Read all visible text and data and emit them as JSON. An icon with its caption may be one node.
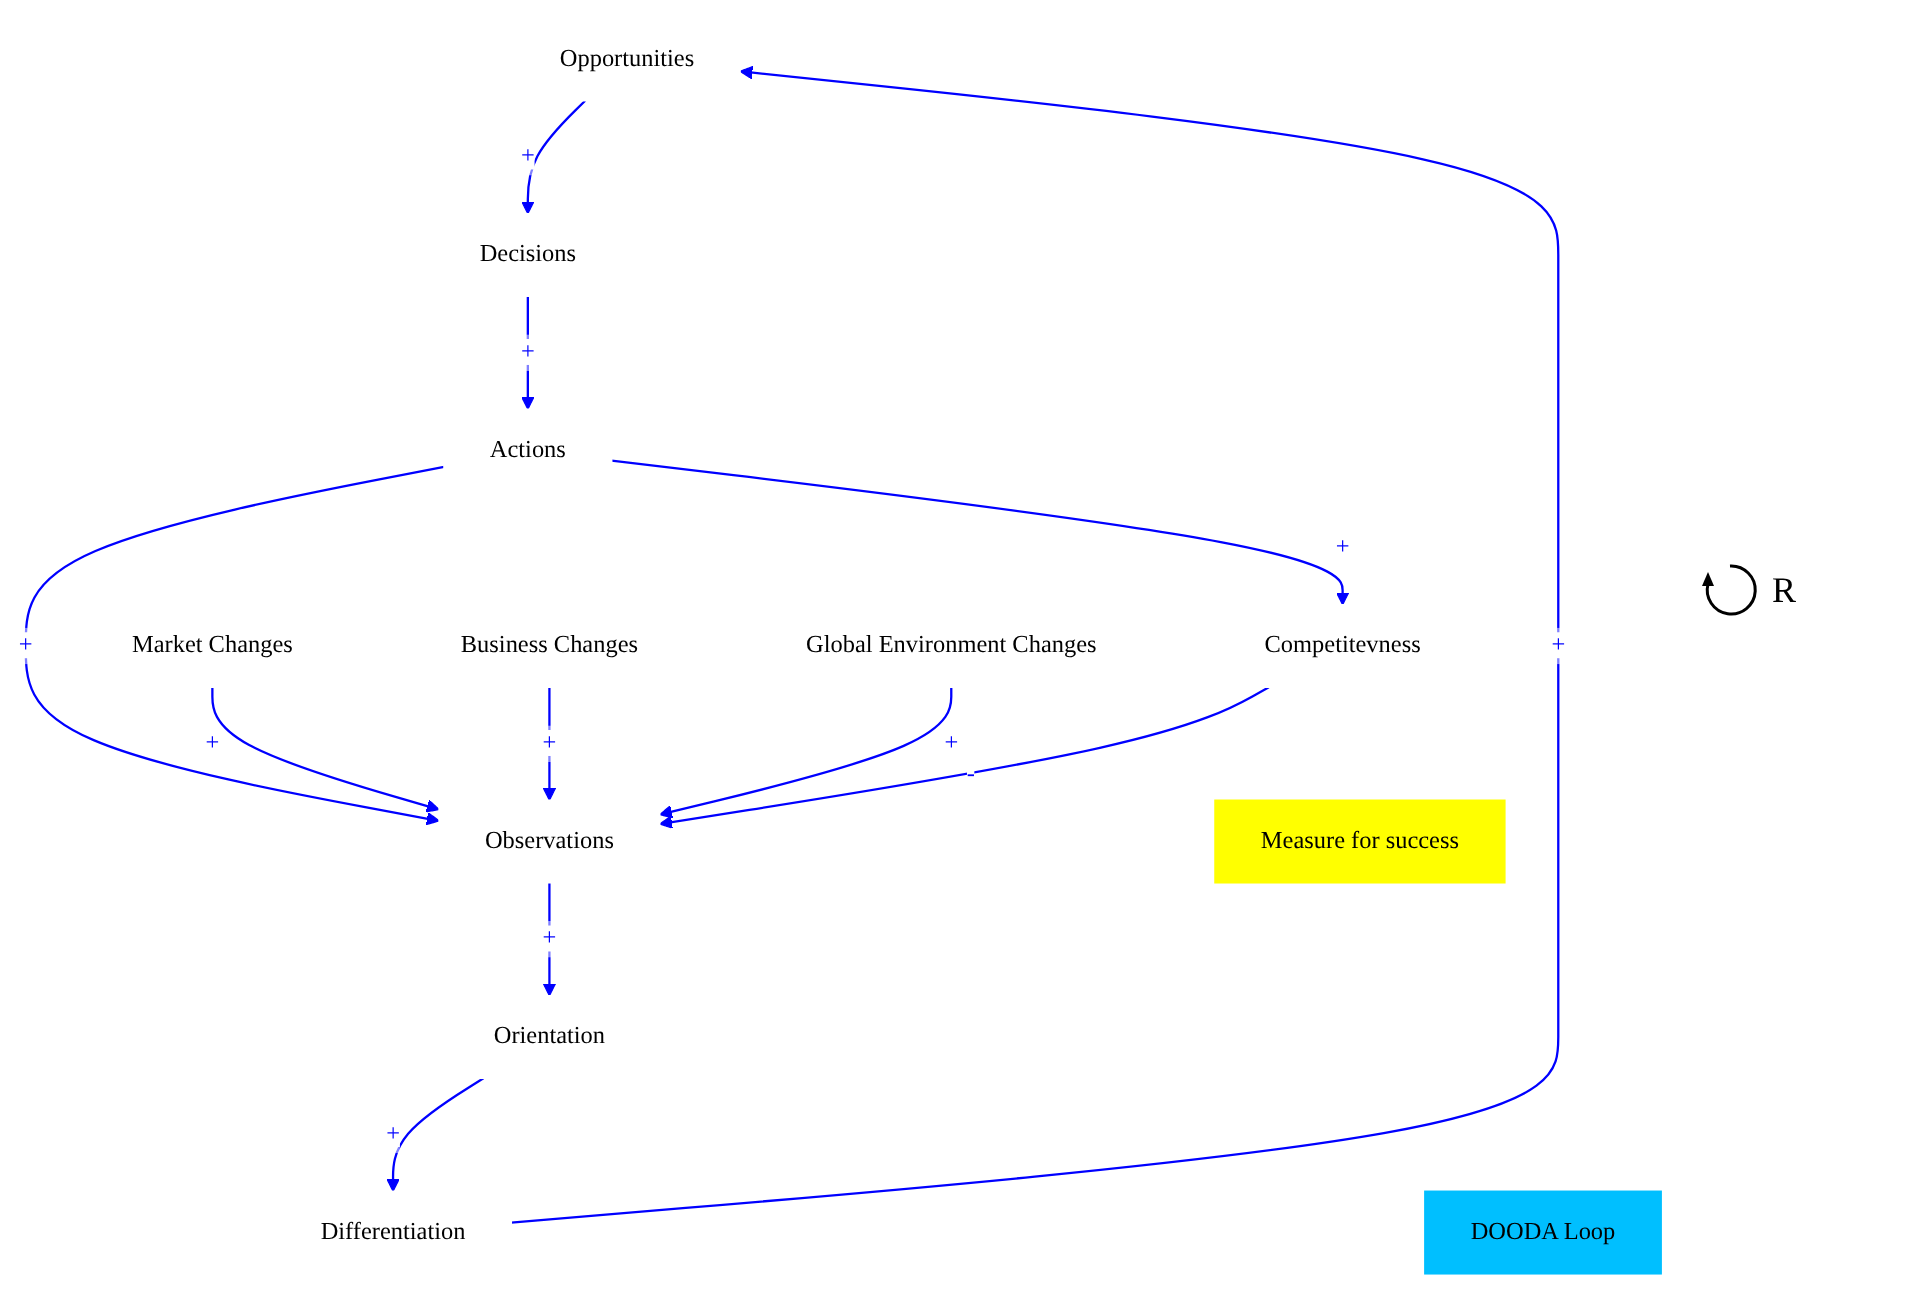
{
  "diagram": {
    "nodes": [
      {
        "text": [
          "Opportunities"
        ]
      },
      {
        "text": [
          "Decisions"
        ]
      },
      {
        "text": [
          "Actions"
        ]
      },
      {
        "text": [
          "Competitevness"
        ]
      },
      {
        "text": [
          "Observations"
        ]
      },
      {
        "text": [
          "Orientation"
        ]
      },
      {
        "text": [
          "Differentiation"
        ]
      },
      {
        "text": [
          "Market Changes"
        ]
      },
      {
        "text": [
          "Business Changes"
        ]
      },
      {
        "text": [
          "Global Environment Changes"
        ]
      },
      {
        "text": [
          "DOODA Loop"
        ]
      },
      {
        "text": [
          "Measure for success"
        ]
      }
    ],
    "edges": [
      {
        "from": 0,
        "to": 1,
        "arrow": "to",
        "label": "+"
      },
      {
        "from": 1,
        "to": 2,
        "arrow": "to",
        "label": "+"
      },
      {
        "from": 2,
        "to": 4,
        "arrow": "to",
        "label": "+"
      },
      {
        "from": 2,
        "to": 3,
        "arrow": "to",
        "label": "+"
      },
      {
        "from": 3,
        "to": 4,
        "arrow": "to",
        "label": "-"
      },
      {
        "from": 4,
        "to": 5,
        "arrow": "to",
        "label": "+"
      },
      {
        "from": 5,
        "to": 6,
        "arrow": "to",
        "label": "+"
      },
      {
        "from": 6,
        "to": 0,
        "arrow": "to",
        "label": "+"
      },
      {
        "from": 7,
        "to": 4,
        "arrow": "to",
        "label": "+"
      },
      {
        "from": 8,
        "to": 4,
        "arrow": "to",
        "label": "+"
      },
      {
        "from": 9,
        "to": 4,
        "arrow": "to",
        "label": "+"
      }
    ],
    "labels": [
      "R"
    ]
  }
}
